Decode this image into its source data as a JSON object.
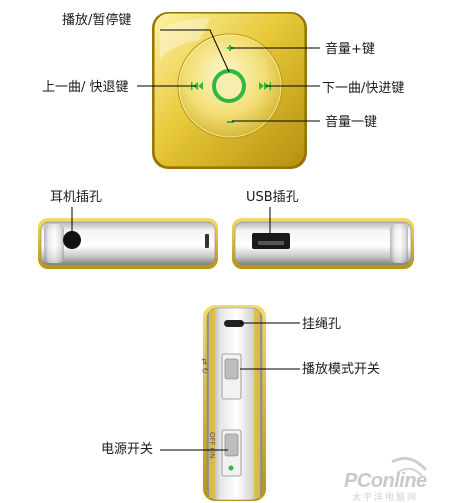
{
  "labels": {
    "play_pause": "播放/暂停键",
    "volume_up": "音量+键",
    "prev_rewind": "上一曲/ 快退键",
    "next_forward": "下一曲/快进键",
    "volume_down": "音量一键",
    "headphone_jack": "耳机插孔",
    "usb_port": "USB插孔",
    "lanyard_hole": "挂绳孔",
    "play_mode_switch": "播放模式开关",
    "power_switch": "电源开关"
  },
  "device_markings": {
    "mode_switch_text": "⇄ ↻",
    "power_switch_text": "OFF ON"
  },
  "watermark": {
    "brand": "PConline",
    "tagline": "太平洋电脑网",
    "logo": "pconline-logo"
  },
  "colors": {
    "gold": "#e4c434",
    "gold_dark": "#b89a12",
    "green": "#2fb83a",
    "silver": "#d9d9d9"
  }
}
